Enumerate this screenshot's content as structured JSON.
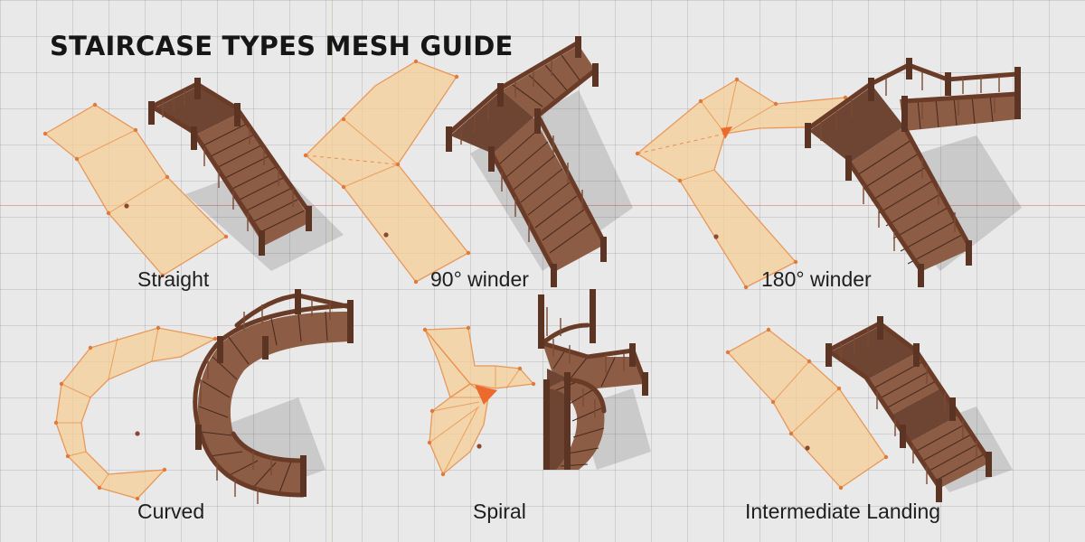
{
  "guide": {
    "title": "STAIRCASE TYPES MESH GUIDE"
  },
  "types": [
    {
      "label": "Straight"
    },
    {
      "label": "90° winder"
    },
    {
      "label": "180° winder"
    },
    {
      "label": "Curved"
    },
    {
      "label": "Spiral"
    },
    {
      "label": "Intermediate Landing"
    }
  ],
  "colors": {
    "background": "#e9e9e9",
    "grid_line": "#c8c8c8",
    "mesh_fill": "#f5cd96",
    "mesh_edge": "#e88c46",
    "selected_vertex": "#ec6a2c",
    "wood_dark": "#5b3423",
    "wood_light": "#8c5c44"
  }
}
